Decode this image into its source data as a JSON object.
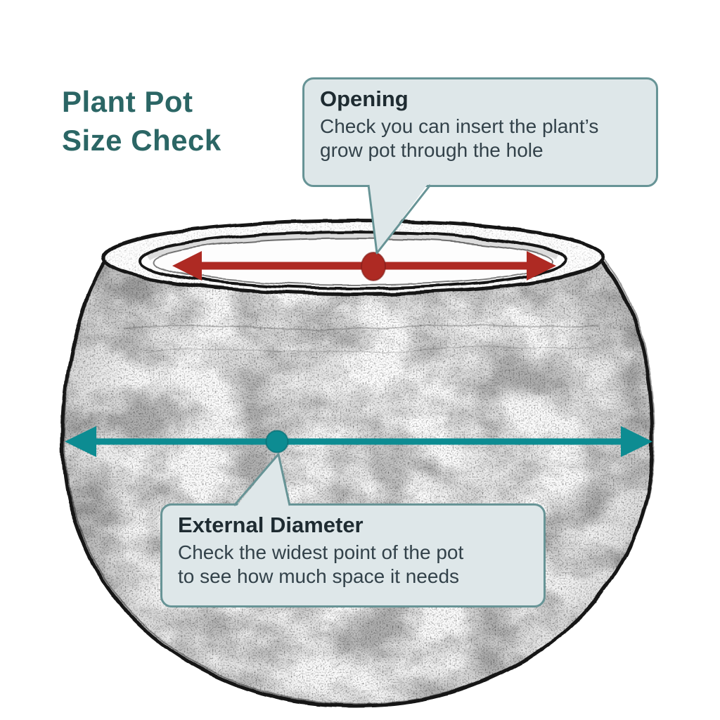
{
  "title": {
    "line1": "Plant Pot",
    "line2": "Size Check"
  },
  "callouts": {
    "opening": {
      "heading": "Opening",
      "body_line1": "Check you can insert the plant’s",
      "body_line2": "grow pot through the hole"
    },
    "external_diameter": {
      "heading": "External Diameter",
      "body_line1": "Check the widest point of the pot",
      "body_line2": "to see how much space it needs"
    }
  },
  "colors": {
    "title_text": "#2b6665",
    "callout_fill": "#dee7e9",
    "callout_border": "#679496",
    "heading_text": "#1e2b31",
    "body_text": "#33424a",
    "opening_arrow": "#ae2a23",
    "opening_dot_edge": "#7e1d18",
    "diameter_arrow": "#0d8c92",
    "diameter_dot_edge": "#076d73",
    "pot_line": "#161616"
  }
}
